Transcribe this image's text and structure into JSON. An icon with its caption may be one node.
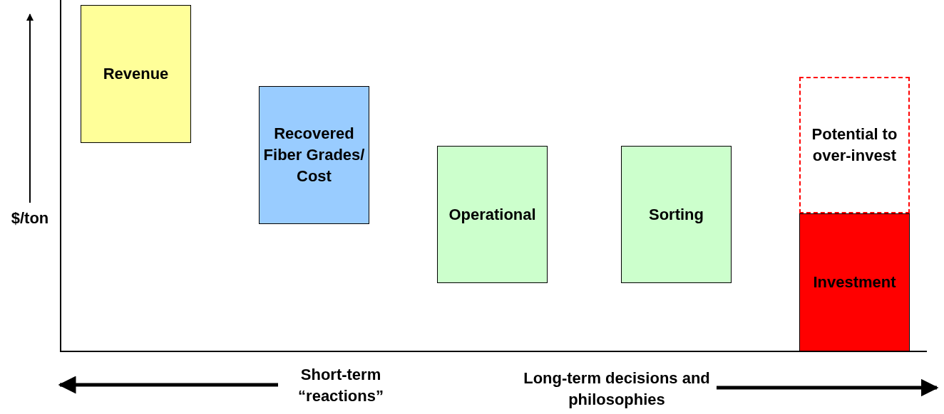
{
  "diagram": {
    "nodes": [
      {
        "text": [
          "Revenue"
        ]
      },
      {
        "text": [
          "Recovered Fiber Grades/ Cost"
        ]
      },
      {
        "text": [
          "Operational"
        ]
      },
      {
        "text": [
          "Sorting"
        ]
      },
      {
        "text": [
          "Potential to over-invest"
        ]
      },
      {
        "text": [
          "Investment"
        ]
      }
    ],
    "labels": [
      "$/ton",
      "Short-term “reactions”",
      "Long-term decisions and philosophies"
    ]
  }
}
